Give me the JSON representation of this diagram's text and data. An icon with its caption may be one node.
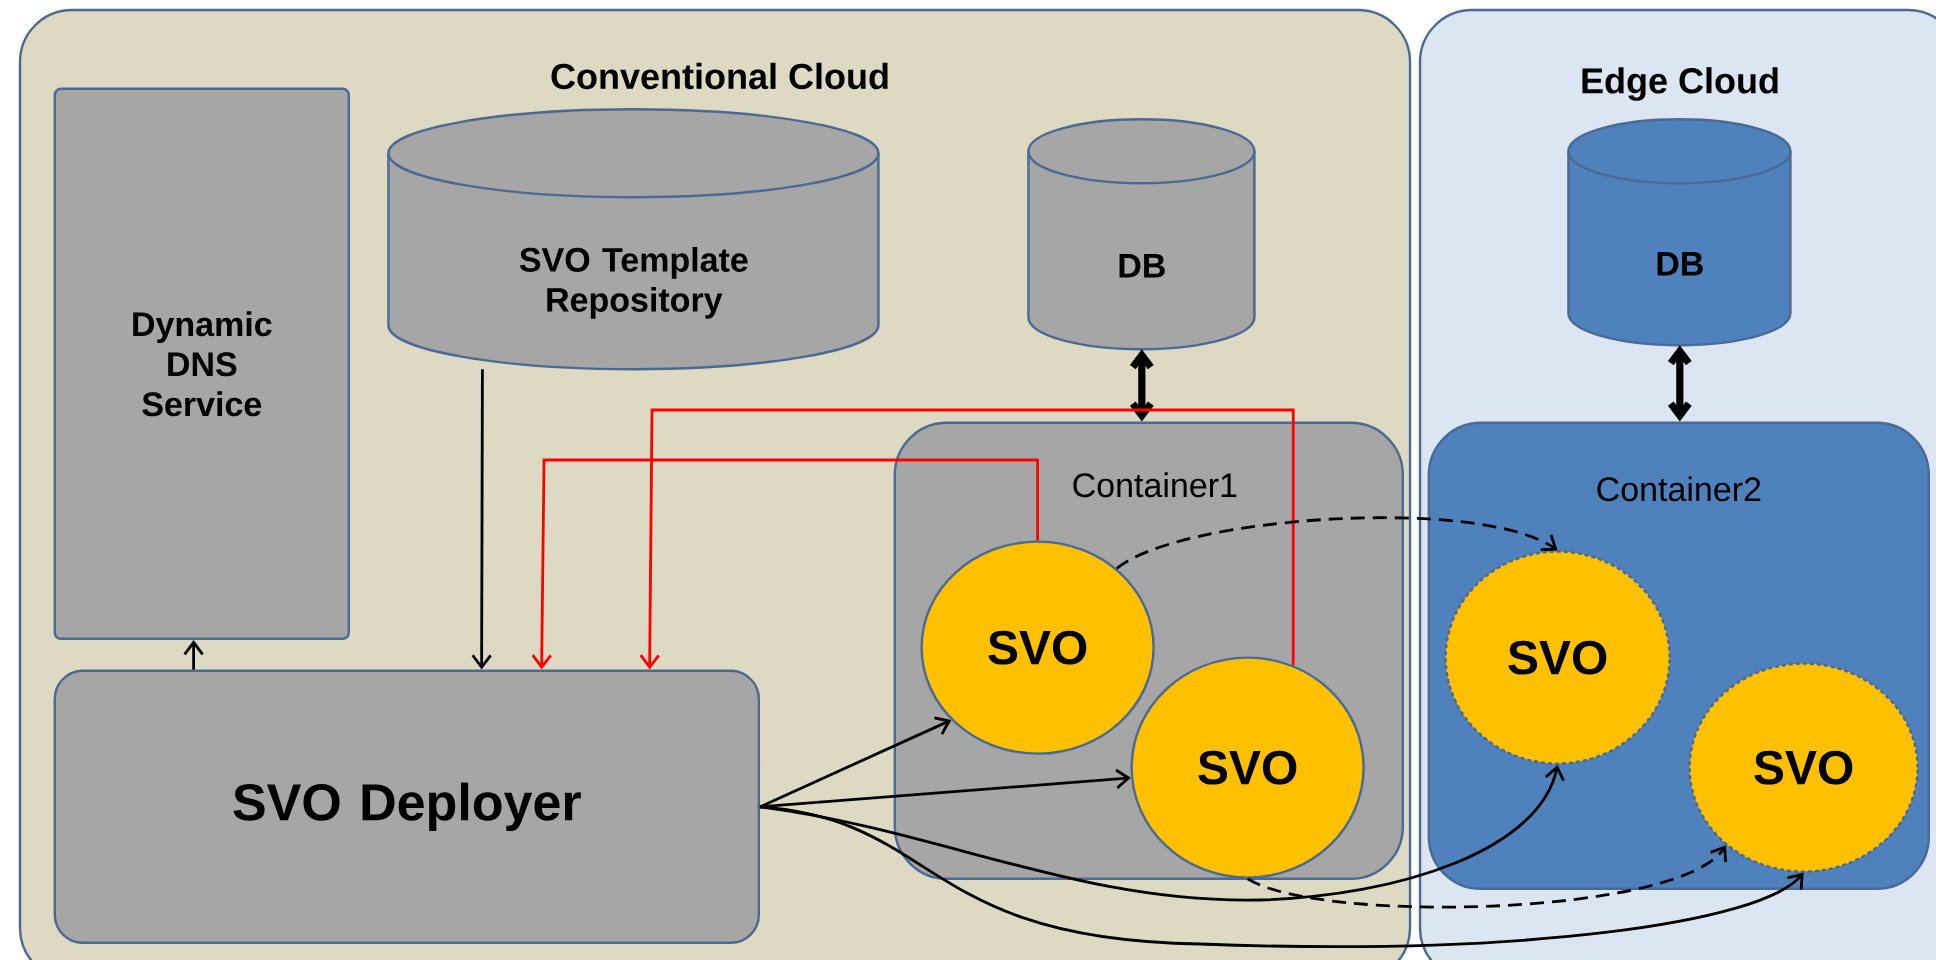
{
  "diagram": {
    "nodes": [
      {
        "text": [
          "Conventional Cloud"
        ]
      },
      {
        "text": [
          "Edge Cloud"
        ]
      },
      {
        "text": [
          "Dynamic DNS Service"
        ],
        "in": 0
      },
      {
        "text": [
          "SVO Template Repository"
        ],
        "in": 0
      },
      {
        "text": [
          "DB"
        ],
        "in": 0
      },
      {
        "text": [
          "Container1"
        ],
        "in": 0
      },
      {
        "text": [
          "SVO"
        ],
        "in": 5
      },
      {
        "text": [
          "SVO"
        ],
        "in": 5
      },
      {
        "text": [
          "SVO Deployer"
        ],
        "in": 0
      },
      {
        "text": [
          "DB"
        ],
        "in": 1
      },
      {
        "text": [
          "Container2"
        ],
        "in": 1
      },
      {
        "text": [
          "SVO"
        ],
        "in": 10
      },
      {
        "text": [
          "SVO"
        ],
        "in": 10
      }
    ],
    "edges": [
      {
        "from": 8,
        "to": 2,
        "arrow": "to"
      },
      {
        "from": 3,
        "to": 8,
        "arrow": "to"
      },
      {
        "from": 4,
        "to": 5,
        "arrow": "both",
        "style": "thick"
      },
      {
        "from": 9,
        "to": 10,
        "arrow": "both",
        "style": "thick"
      },
      {
        "from": 6,
        "to": 8,
        "arrow": "to",
        "color": "#ff0000"
      },
      {
        "from": 7,
        "to": 8,
        "arrow": "to",
        "color": "#ff0000"
      },
      {
        "from": 8,
        "to": 6,
        "arrow": "to"
      },
      {
        "from": 8,
        "to": 7,
        "arrow": "to"
      },
      {
        "from": 8,
        "to": 11,
        "arrow": "to"
      },
      {
        "from": 8,
        "to": 12,
        "arrow": "to"
      },
      {
        "from": 6,
        "to": 11,
        "arrow": "to",
        "style": "dashed"
      },
      {
        "from": 7,
        "to": 12,
        "arrow": "to",
        "style": "dashed"
      }
    ]
  }
}
